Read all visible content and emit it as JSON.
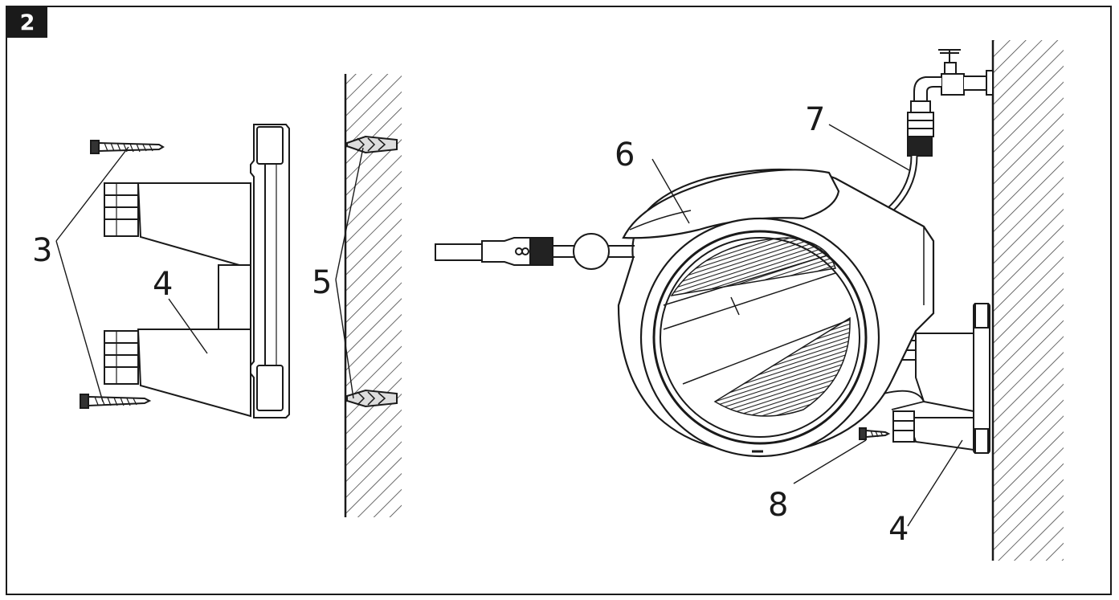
{
  "figure": {
    "number": "2"
  },
  "callouts": [
    {
      "id": "3a",
      "text": "3"
    },
    {
      "id": "4a",
      "text": "4"
    },
    {
      "id": "5",
      "text": "5"
    },
    {
      "id": "6",
      "text": "6"
    },
    {
      "id": "7",
      "text": "7"
    },
    {
      "id": "8",
      "text": "8"
    },
    {
      "id": "4b",
      "text": "4"
    }
  ],
  "colors": {
    "ink": "#1a1a1a",
    "paper": "#ffffff",
    "hatch": "#444444"
  }
}
